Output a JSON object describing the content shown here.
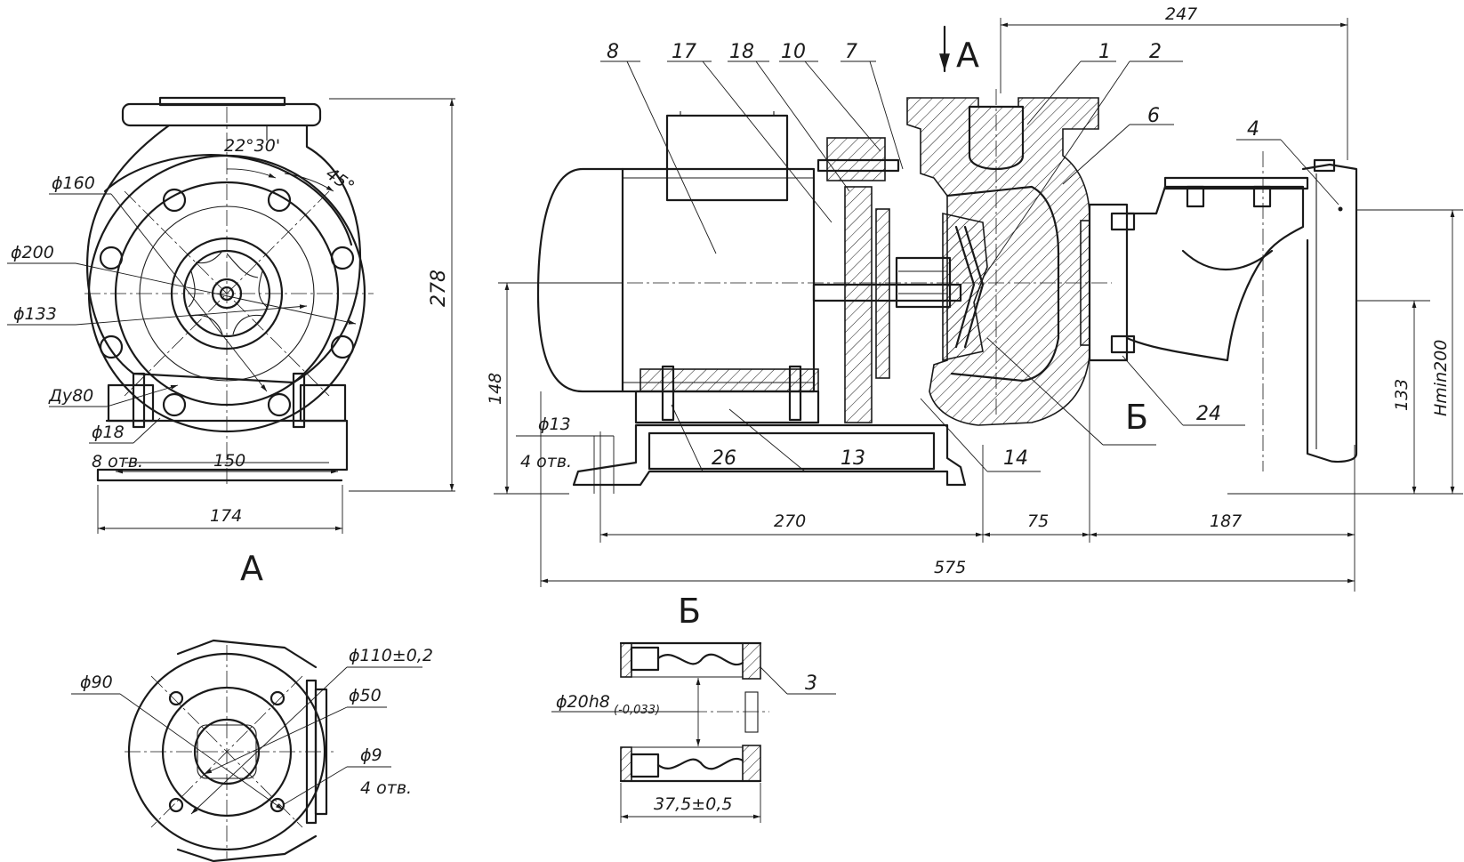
{
  "view_labels": {
    "front_view": "А",
    "detail": "Б",
    "section_mark": "А",
    "section_mark_b": "Б"
  },
  "parts": [
    "8",
    "17",
    "18",
    "10",
    "7",
    "1",
    "2",
    "6",
    "4",
    "24",
    "14",
    "13",
    "26",
    "3"
  ],
  "front_view_dims": {
    "d160": "ϕ160",
    "d200": "ϕ200",
    "d133": "ϕ133",
    "angle1": "22°30'",
    "angle2": "45°",
    "dn": "Ду80",
    "d18": "ϕ18",
    "holes8": "8 отв.",
    "w150": "150",
    "w174": "174",
    "h278": "278"
  },
  "side_view_dims": {
    "d13": "ϕ13",
    "holes4": "4 отв.",
    "h148": "148",
    "w247": "247",
    "w270": "270",
    "w75": "75",
    "w187": "187",
    "w575": "575",
    "h133": "133",
    "hmin": "Hmin200"
  },
  "flange_view_dims": {
    "d90": "ϕ90",
    "d110": "ϕ110±0,2",
    "d50": "ϕ50",
    "d9": "ϕ9",
    "holes4": "4 отв."
  },
  "detail_dims": {
    "d20": "ϕ20h8",
    "tol": "(-0,033)",
    "len": "37,5±0,5"
  }
}
